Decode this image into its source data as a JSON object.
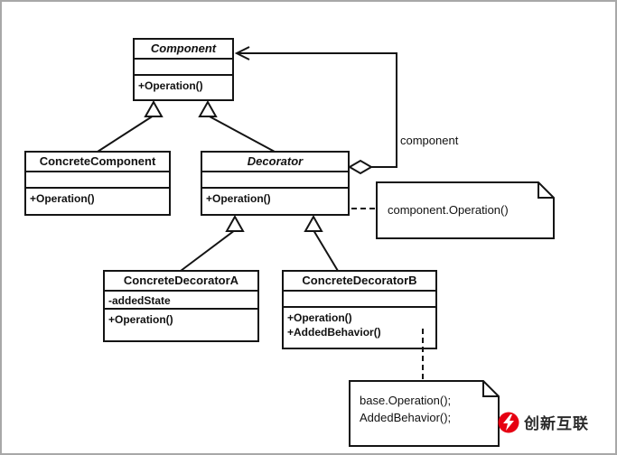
{
  "diagram": {
    "kind": "uml-class-diagram"
  },
  "classes": {
    "component": {
      "name": "Component",
      "abstract": true,
      "attributes": [],
      "methods": [
        "+Operation()"
      ]
    },
    "concrete_component": {
      "name": "ConcreteComponent",
      "abstract": false,
      "attributes": [],
      "methods": [
        "+Operation()"
      ]
    },
    "decorator": {
      "name": "Decorator",
      "abstract": true,
      "attributes": [],
      "methods": [
        "+Operation()"
      ]
    },
    "concrete_decorator_a": {
      "name": "ConcreteDecoratorA",
      "abstract": false,
      "attributes": [
        "-addedState"
      ],
      "methods": [
        "+Operation()"
      ]
    },
    "concrete_decorator_b": {
      "name": "ConcreteDecoratorB",
      "abstract": false,
      "attributes": [],
      "methods": [
        "+Operation()",
        "+AddedBehavior()"
      ]
    }
  },
  "labels": {
    "aggregation_role": "component"
  },
  "notes": {
    "decorator_note": {
      "lines": [
        "component.Operation()"
      ]
    },
    "concrete_b_note": {
      "lines": [
        "base.Operation();",
        "AddedBehavior();"
      ]
    }
  },
  "relationships": [
    {
      "type": "generalization",
      "from": "ConcreteComponent",
      "to": "Component"
    },
    {
      "type": "generalization",
      "from": "Decorator",
      "to": "Component"
    },
    {
      "type": "generalization",
      "from": "ConcreteDecoratorA",
      "to": "Decorator"
    },
    {
      "type": "generalization",
      "from": "ConcreteDecoratorB",
      "to": "Decorator"
    },
    {
      "type": "aggregation",
      "from": "Decorator",
      "to": "Component",
      "label": "component"
    },
    {
      "type": "note-link",
      "from": "Decorator +Operation()",
      "to": "component.Operation()"
    },
    {
      "type": "note-link",
      "from": "ConcreteDecoratorB",
      "to": "base.Operation(); AddedBehavior();"
    }
  ],
  "watermark": {
    "text": "创新互联",
    "icon": "lightning-bolt-icon",
    "color": "#e60012"
  },
  "colors": {
    "line": "#141414",
    "background": "#ffffff",
    "frame_border": "#a8a8a8",
    "watermark_red": "#e60012"
  }
}
